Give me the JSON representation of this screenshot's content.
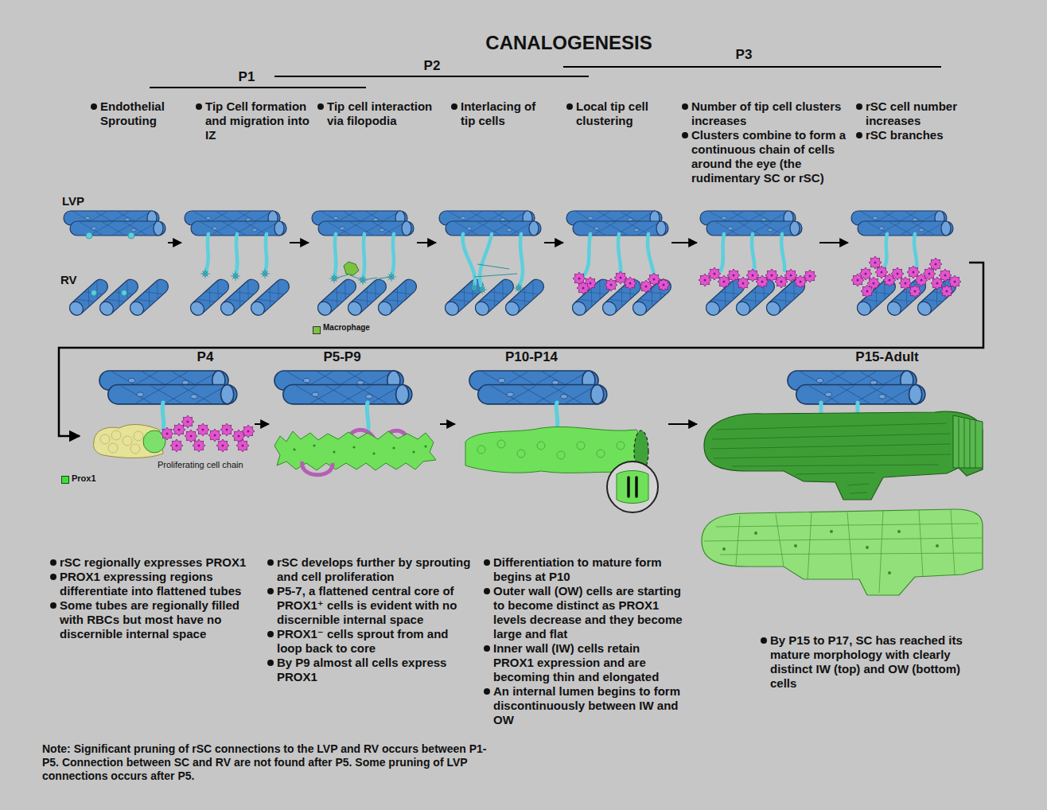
{
  "diagram": {
    "title": "CANALOGENESIS",
    "labels": [
      "P1",
      "P2",
      "P3",
      "Endothelial Sprouting",
      "Tip Cell formation and migration into IZ",
      "Tip cell interaction via filopodia",
      "Interlacing of tip cells",
      "Local tip cell clustering",
      "Number of tip cell clusters increases",
      "Clusters combine to form a continuous chain of cells around the eye (the rudimentary SC or rSC)",
      "rSC cell number increases",
      "rSC branches",
      "LVP",
      "RV",
      "P4",
      "P5-P9",
      "P10-P14",
      "P15-Adult",
      "Proliferating cell chain",
      "rSC regionally expresses PROX1",
      "PROX1 expressing regions differentiate into flattened tubes",
      "Some tubes are regionally filled with RBCs but most have no discernible internal space",
      "rSC develops further by sprouting and cell proliferation",
      "P5-7, a flattened central core of PROX1⁺ cells is evident with no discernible internal space",
      "PROX1⁻ cells sprout from and loop back to core",
      "By P9 almost all cells express PROX1",
      "Differentiation to mature form begins at P10",
      "Outer wall (OW) cells are starting to become distinct as PROX1 levels decrease and they become large and flat",
      "Inner wall (IW) cells retain PROX1 expression and are becoming thin and elongated",
      "An internal lumen begins to form discontinuously between IW and OW",
      "By P15 to P17, SC has reached its mature morphology with clearly distinct IW (top) and OW (bottom) cells",
      "Note: Significant pruning of rSC connections to the LVP and RV occurs between P1-P5. Connection between SC and RV are not found after P5. Some pruning of LVP connections occurs after P5."
    ],
    "legend": [
      {
        "text": "Macrophage",
        "color": "#7cc242"
      },
      {
        "text": "Prox1",
        "color": "#2ee82e"
      }
    ]
  }
}
